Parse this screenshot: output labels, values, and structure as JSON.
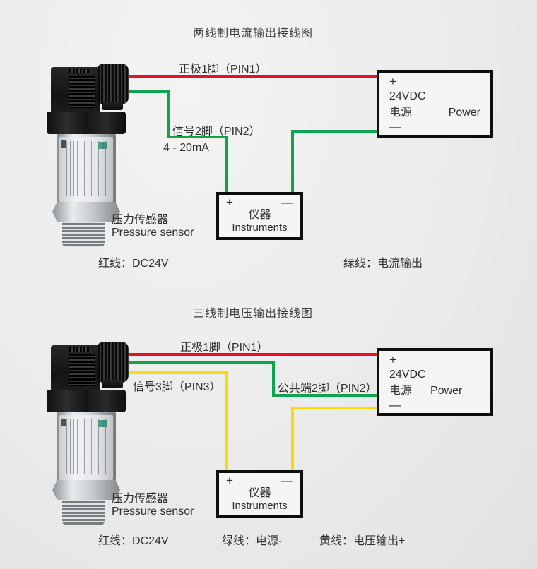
{
  "colors": {
    "background": "#ebebeb",
    "wire_red": "#e8101e",
    "wire_green": "#12a24e",
    "wire_yellow": "#f8dc00",
    "box_border": "#0e0e0e",
    "text": "#303030"
  },
  "diagram1": {
    "title": "两线制电流输出接线图",
    "red_wire_label": "正极1脚（PIN1）",
    "green_wire_label": "信号2脚（PIN2）",
    "green_wire_sublabel": "4 - 20mA",
    "power_box": {
      "plus": "+",
      "voltage": "24VDC",
      "name_cn": "电源",
      "name_en": "Power",
      "minus": "—"
    },
    "instrument_box": {
      "plus": "+",
      "minus": "—",
      "name_cn": "仪器",
      "name_en": "Instruments"
    },
    "sensor_name_cn": "压力传感器",
    "sensor_name_en": "Pressure sensor",
    "legend": [
      {
        "text": "红线：DC24V"
      },
      {
        "text": "绿线：电流输出"
      }
    ]
  },
  "diagram2": {
    "title": "三线制电压输出接线图",
    "red_wire_label": "正极1脚（PIN1）",
    "yellow_wire_label": "信号3脚（PIN3）",
    "green_wire_label": "公共端2脚（PIN2）",
    "power_box": {
      "plus": "+",
      "voltage": "24VDC",
      "name_cn": "电源",
      "name_en": "Power",
      "minus": "—"
    },
    "instrument_box": {
      "plus": "+",
      "minus": "—",
      "name_cn": "仪器",
      "name_en": "Instruments"
    },
    "sensor_name_cn": "压力传感器",
    "sensor_name_en": "Pressure sensor",
    "legend": [
      {
        "text": "红线：DC24V"
      },
      {
        "text": "绿线：电源-"
      },
      {
        "text": "黄线：电压输出+"
      }
    ]
  }
}
